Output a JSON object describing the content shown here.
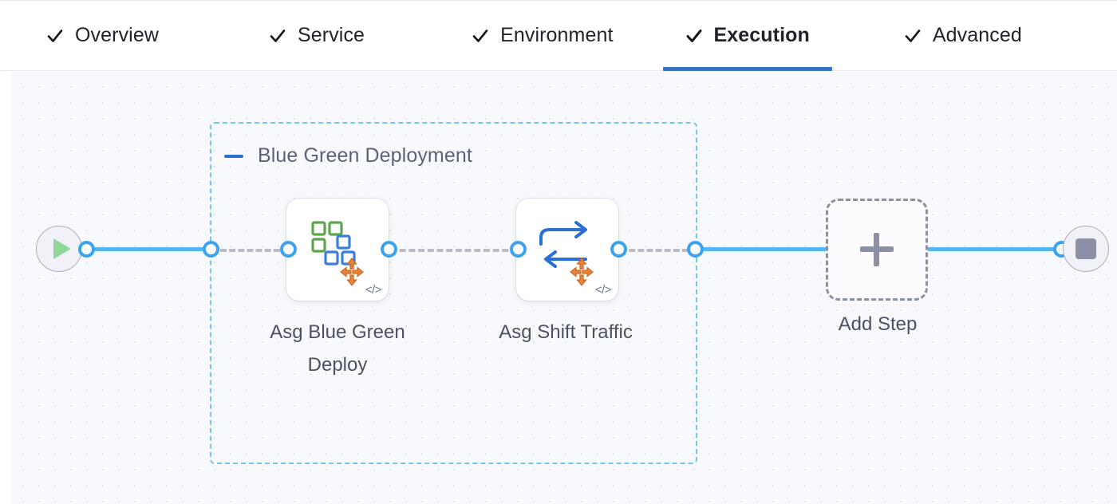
{
  "tabs": [
    {
      "label": "Overview",
      "icon": "check-icon",
      "checked": true,
      "active": false
    },
    {
      "label": "Service",
      "icon": "check-icon",
      "checked": true,
      "active": false
    },
    {
      "label": "Environment",
      "icon": "check-icon",
      "checked": true,
      "active": false
    },
    {
      "label": "Execution",
      "icon": "check-icon",
      "checked": true,
      "active": true
    },
    {
      "label": "Advanced",
      "icon": "check-icon",
      "checked": true,
      "active": false
    }
  ],
  "pipeline": {
    "start_node": {
      "name": "start-node",
      "icon": "play-icon"
    },
    "end_node": {
      "name": "end-node",
      "icon": "stop-icon"
    },
    "stage_group": {
      "title": "Blue Green Deployment",
      "collapse_icon": "minus-icon"
    },
    "steps": [
      {
        "label": "Asg Blue Green Deploy",
        "icon": "asg-blue-green-deploy-icon",
        "badge": "</>"
      },
      {
        "label": "Asg Shift Traffic",
        "icon": "asg-shift-traffic-icon",
        "badge": "</>"
      }
    ],
    "add_step": {
      "label": "Add Step",
      "icon": "plus-icon"
    }
  },
  "colors": {
    "accent_blue": "#3872c4",
    "connector_blue": "#56b6ef",
    "port_blue": "#3ba2ef",
    "group_border": "#74c6ef",
    "dashed_gray": "#b9bdca",
    "canvas_bg": "#f8f9fc",
    "green_square": "#5ca74b",
    "blue_square": "#3b7ddd",
    "orange_asg": "#e8833a",
    "play_green": "#8ed69a",
    "stop_gray": "#8b90a6",
    "text_dark": "#22222a",
    "text_muted": "#4b5162"
  }
}
